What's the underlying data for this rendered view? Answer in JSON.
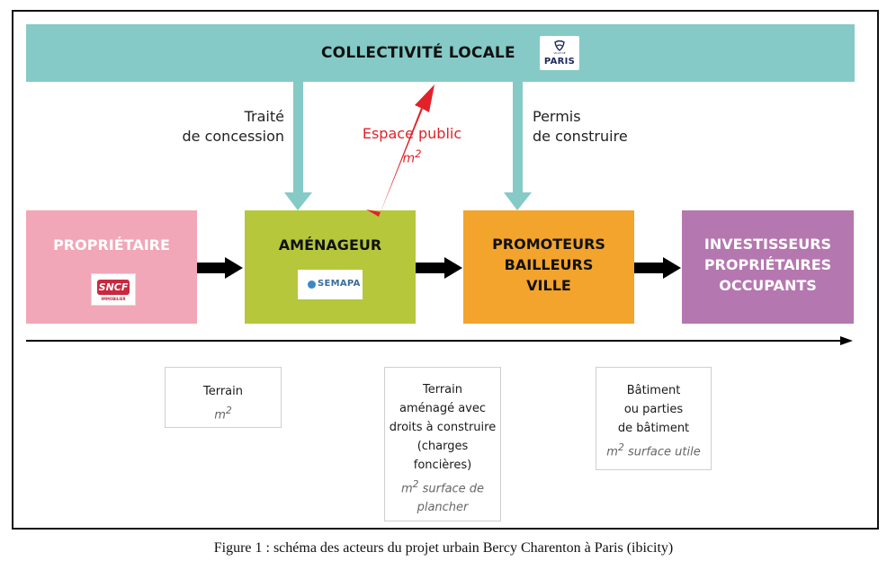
{
  "banner": {
    "title": "COLLECTIVITÉ LOCALE",
    "logo_small": "VILLE DE",
    "logo_main": "PARIS"
  },
  "actors": {
    "proprietaire": {
      "lines": [
        "PROPRIÉTAIRE"
      ],
      "logo_main": "SNCF",
      "logo_sub": "IMMOBILIER"
    },
    "amenageur": {
      "lines": [
        "AMÉNAGEUR"
      ],
      "logo_main": "SEMAPA"
    },
    "promoteurs": {
      "lines": [
        "PROMOTEURS",
        "BAILLEURS",
        "VILLE"
      ]
    },
    "investisseurs": {
      "lines": [
        "INVESTISSEURS",
        "PROPRIÉTAIRES",
        "OCCUPANTS"
      ]
    }
  },
  "links": {
    "traite": [
      "Traité",
      "de concession"
    ],
    "permis": [
      "Permis",
      "de construire"
    ],
    "espace": {
      "label": "Espace public",
      "unit": "m2"
    }
  },
  "notes": {
    "n1": {
      "lines": [
        "Terrain"
      ],
      "unit": "m2"
    },
    "n2": {
      "lines": [
        "Terrain",
        "aménagé avec",
        "droits à construire",
        "(charges",
        "foncières)"
      ],
      "unit_lines": [
        "m2 surface de",
        "plancher"
      ]
    },
    "n3": {
      "lines": [
        "Bâtiment",
        "ou parties",
        "de bâtiment"
      ],
      "unit": "m2 surface utile"
    }
  },
  "caption": "Figure 1 : schéma des acteurs du projet urbain Bercy Charenton à Paris (ibicity)",
  "colors": {
    "banner": "#85cac7",
    "proprietaire": "#f1a7b8",
    "amenageur": "#b6c73c",
    "promoteurs": "#f3a42c",
    "investisseurs": "#b577af",
    "espace_arrow": "#e1222a"
  }
}
